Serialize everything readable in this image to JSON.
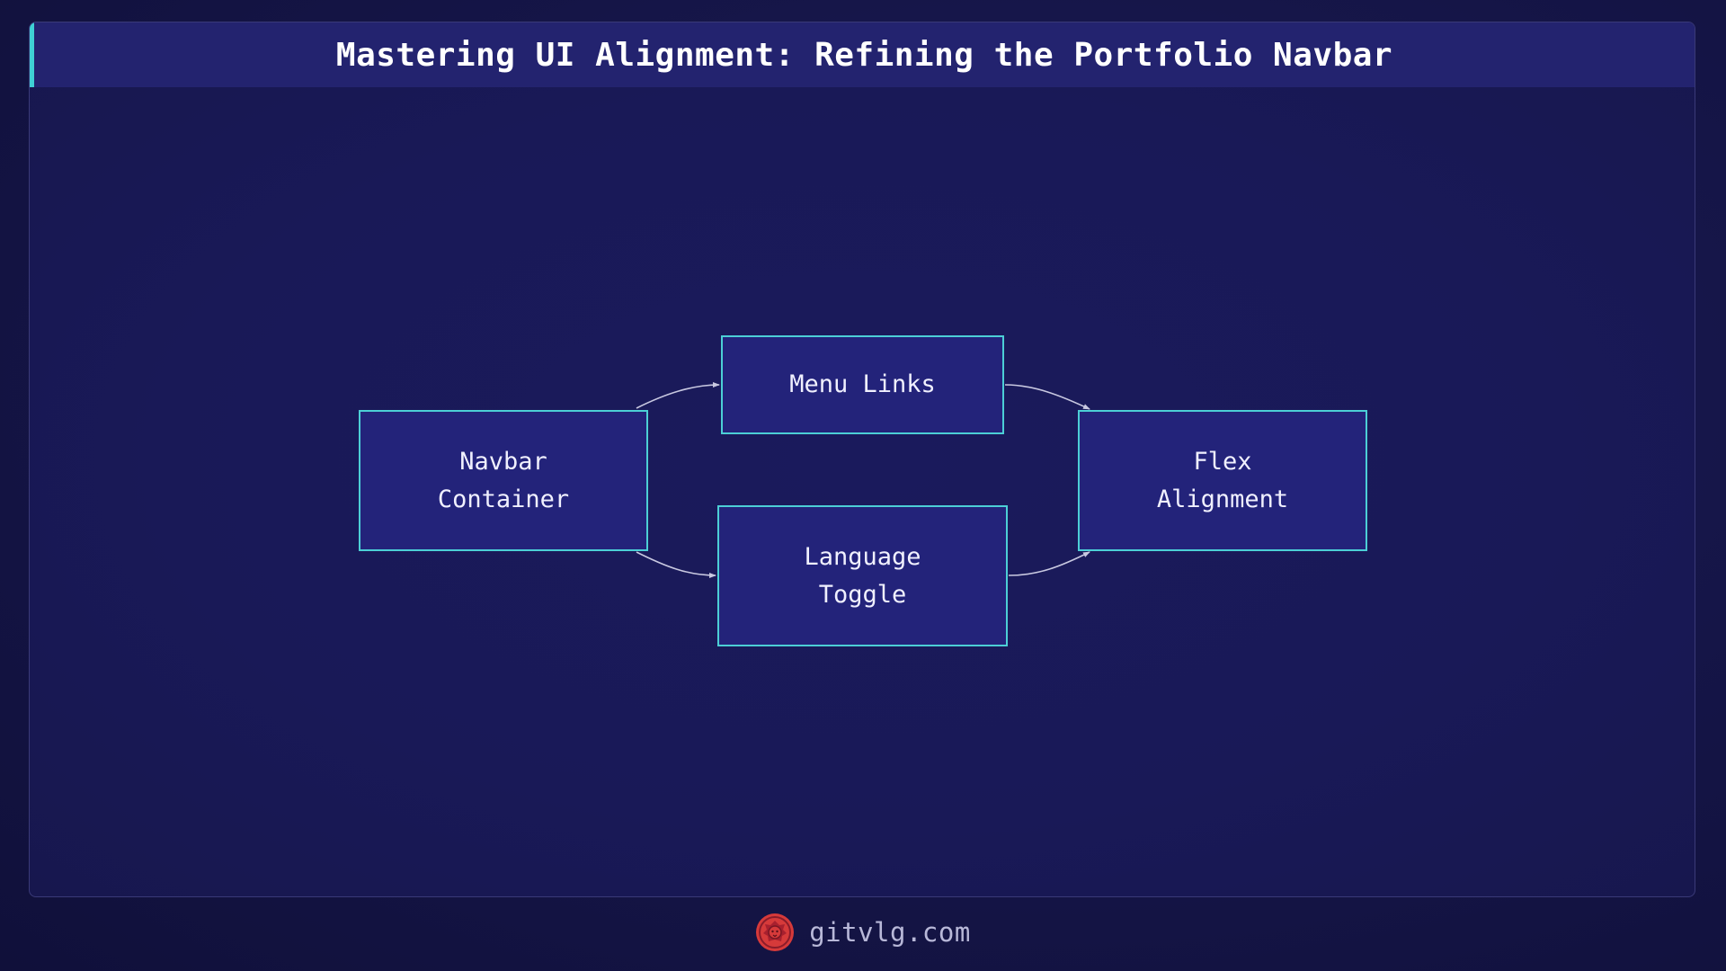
{
  "title": "Mastering UI Alignment: Refining the Portfolio Navbar",
  "diagram": {
    "nodes": [
      {
        "id": "navbar",
        "label": "Navbar\nContainer"
      },
      {
        "id": "menu",
        "label": "Menu Links"
      },
      {
        "id": "lang",
        "label": "Language\nToggle"
      },
      {
        "id": "flex",
        "label": "Flex\nAlignment"
      }
    ],
    "edges": [
      {
        "from": "navbar",
        "to": "menu"
      },
      {
        "from": "navbar",
        "to": "lang"
      },
      {
        "from": "menu",
        "to": "flex"
      },
      {
        "from": "lang",
        "to": "flex"
      }
    ]
  },
  "footer": {
    "site": "gitvlg.com",
    "logo_icon": "lion-head-icon"
  },
  "colors": {
    "background": "#16164a",
    "title_bar": "#23236f",
    "accent": "#3fd0d4",
    "node_fill": "#23237a",
    "node_border": "#4ccfd6",
    "edge": "#c8c8e0",
    "logo": "#d63a3a"
  }
}
